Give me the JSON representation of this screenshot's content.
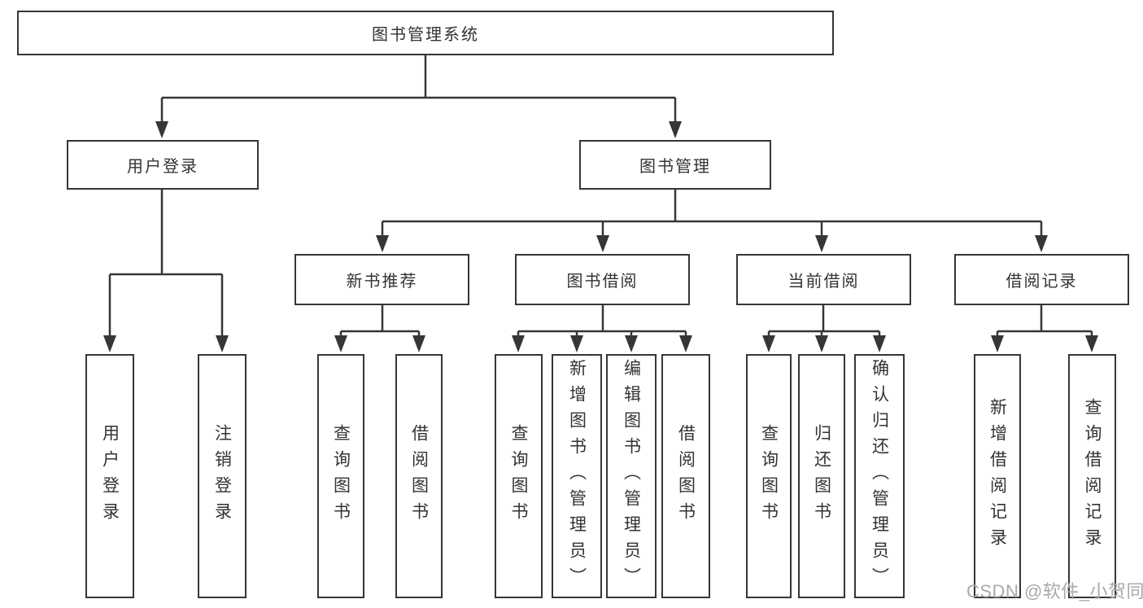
{
  "diagram": {
    "root": {
      "label": "图书管理系统"
    },
    "level2": [
      {
        "label": "用户登录"
      },
      {
        "label": "图书管理"
      }
    ],
    "level3": [
      {
        "label": "新书推荐"
      },
      {
        "label": "图书借阅"
      },
      {
        "label": "当前借阅"
      },
      {
        "label": "借阅记录"
      }
    ],
    "leaf_groups": [
      {
        "items": [
          "用户登录",
          "注销登录"
        ]
      },
      {
        "items": [
          "查询图书",
          "借阅图书"
        ]
      },
      {
        "items": [
          "查询图书",
          "新增图书（管理员）",
          "编辑图书（管理员）",
          "借阅图书"
        ]
      },
      {
        "items": [
          "查询图书",
          "归还图书",
          "确认归还（管理员）"
        ]
      },
      {
        "items": [
          "新增借阅记录",
          "查询借阅记录"
        ]
      }
    ]
  },
  "watermark": "CSDN @软件_小贺同学",
  "colors": {
    "line": "#363636",
    "box_border": "#363636",
    "text": "#333333",
    "watermark": "#a9a9a9",
    "background": "#ffffff"
  }
}
